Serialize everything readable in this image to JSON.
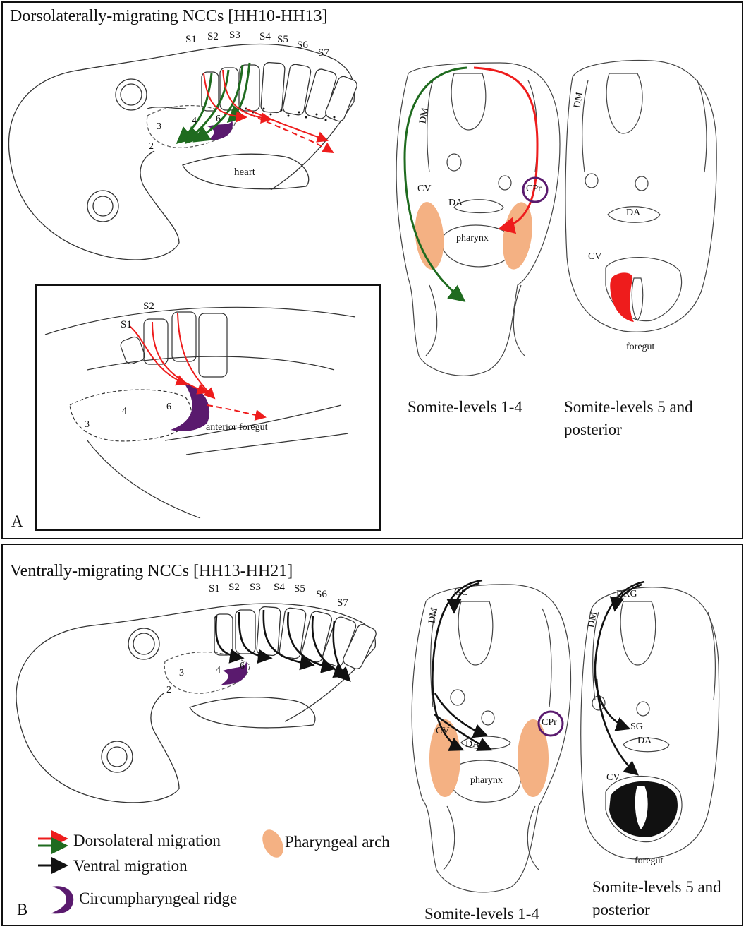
{
  "panel_a": {
    "letter": "A",
    "title": "Dorsolaterally-migrating NCCs [HH10-HH13]",
    "somites": [
      "S1",
      "S2",
      "S3",
      "S4",
      "S5",
      "S6",
      "S7"
    ],
    "arches": [
      "2",
      "3",
      "4",
      "6"
    ],
    "heart": "heart",
    "inset": {
      "somites": [
        "S1",
        "S2"
      ],
      "arches": [
        "3",
        "4",
        "6"
      ],
      "anterior_foregut": "anterior foregut"
    },
    "section_1": {
      "DM": "DM",
      "CV": "CV",
      "DA": "DA",
      "pharynx": "pharynx",
      "CPr": "CPr",
      "caption": "Somite-levels 1-4"
    },
    "section_2": {
      "DM": "DM",
      "DA": "DA",
      "CV": "CV",
      "foregut": "foregut",
      "caption_line1": "Somite-levels 5 and",
      "caption_line2": "posterior"
    }
  },
  "panel_b": {
    "letter": "B",
    "title": "Ventrally-migrating NCCs [HH13-HH21]",
    "somites": [
      "S1",
      "S2",
      "S3",
      "S4",
      "S5",
      "S6",
      "S7"
    ],
    "arches": [
      "2",
      "3",
      "4",
      "6"
    ],
    "section_1": {
      "DM": "DM",
      "GC": "GC",
      "CV": "CV",
      "DA": "DA",
      "pharynx": "pharynx",
      "CPr": "CPr",
      "caption": "Somite-levels 1-4"
    },
    "section_2": {
      "DM": "DM",
      "DRG": "DRG",
      "SG": "SG",
      "DA": "DA",
      "CV": "CV",
      "foregut": "foregut",
      "caption_line1": "Somite-levels 5 and",
      "caption_line2": "posterior"
    }
  },
  "legend": {
    "dorsolateral": "Dorsolateral migration",
    "ventral": "Ventral migration",
    "ridge": "Circumpharyngeal ridge",
    "arch": "Pharyngeal arch"
  },
  "colors": {
    "red": "#ee1c1c",
    "green": "#1f6b1f",
    "purple": "#5a1a6e",
    "arch_orange": "#f4b183",
    "black": "#111111"
  }
}
